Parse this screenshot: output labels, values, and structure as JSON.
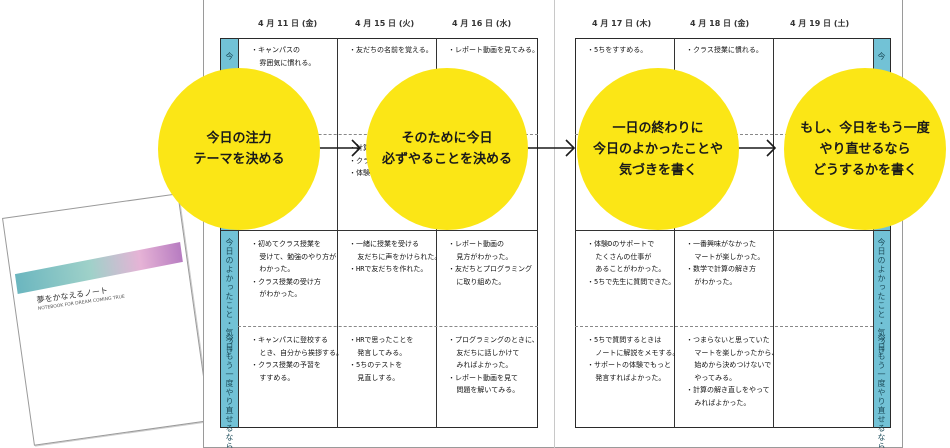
{
  "booklet": {
    "title": "夢をかなえるノート",
    "subtitle": "NOTEBOOK FOR DREAM COMING TRUE"
  },
  "left_page": {
    "days": [
      "4 月 11 日 (金)",
      "4 月 15 日 (火)",
      "4 月 16 日 (水)"
    ],
    "sidebar": {
      "r1": "今",
      "r2": "今日のよかったこと・気づき",
      "r3": "今日もう一度やり直せるなら"
    },
    "cells": {
      "c11": [
        "・キャンパスの",
        "  雰囲気に慣れる。"
      ],
      "c12": [
        "・友だちの名前を覚える。"
      ],
      "c13": [
        "・レポート動画を見てみる。"
      ],
      "c21": [
        "・初めてクラス授業を",
        "  受けて、勉強のやり方が",
        "  わかった。",
        "・クラス授業の受け方",
        "  がわかった。"
      ],
      "c22": [
        "・一緒に授業を受ける",
        "  友だちに声をかけられた。",
        "・HRで友だちを作れた。"
      ],
      "c23": [
        "・レポート動画の",
        "  見方がわかった。",
        "・友だちとプログラミング",
        "  に取り組めた。"
      ],
      "c31": [
        "・キャンパスに登校する",
        "  とき、自分から挨拶する。",
        "・クラス授業の予習を",
        "  すすめる。"
      ],
      "c32": [
        "・HRで思ったことを",
        "  発言してみる。",
        "・5ちのテストを",
        "  見直しする。"
      ],
      "c33": [
        "・プログラミングのときに、",
        "  友だちに話しかけて",
        "  みればよかった。",
        "・レポート動画を見て",
        "  問題を解いてみる。"
      ],
      "hidden": [
        "・計算",
        "・クラス",
        "・体験D"
      ]
    }
  },
  "right_page": {
    "days": [
      "4 月 17 日 (木)",
      "4 月 18 日 (金)",
      "4 月 19 日 (土)"
    ],
    "cells": {
      "c11": [
        "・5ちをすすめる。"
      ],
      "c12": [
        "・クラス授業に慣れる。"
      ],
      "c21": [
        "・体験Dのサポートで",
        "  たくさんの仕事が",
        "  あることがわかった。",
        "・5ちで先生に質問できた。"
      ],
      "c22": [
        "・一番興味がなかった",
        "  マートが楽しかった。",
        "・数学で計算の解き方",
        "  がわかった。"
      ],
      "c31": [
        "・5ちで質問するときは",
        "  ノートに解説をメモする。",
        "・サポートの体験でもっと",
        "  発言すればよかった。"
      ],
      "c32": [
        "・つまらないと思っていた",
        "  マートを楽しかったから、",
        "  始めから決めつけないで",
        "  やってみる。",
        "・計算の解き直しをやって",
        "  みればよかった。"
      ]
    }
  },
  "steps": [
    {
      "line1": "今日の注力",
      "line2": "テーマを決める"
    },
    {
      "line1": "そのために今日",
      "line2": "必ずやることを決める"
    },
    {
      "line1": "一日の終わりに",
      "line2": "今日のよかったことや",
      "line3": "気づきを書く"
    },
    {
      "line1": "もし、今日をもう一度",
      "line2": "やり直せるなら",
      "line3": "どうするかを書く"
    }
  ],
  "colors": {
    "circle": "#fbe616",
    "sidebar": "#72c2d6"
  }
}
